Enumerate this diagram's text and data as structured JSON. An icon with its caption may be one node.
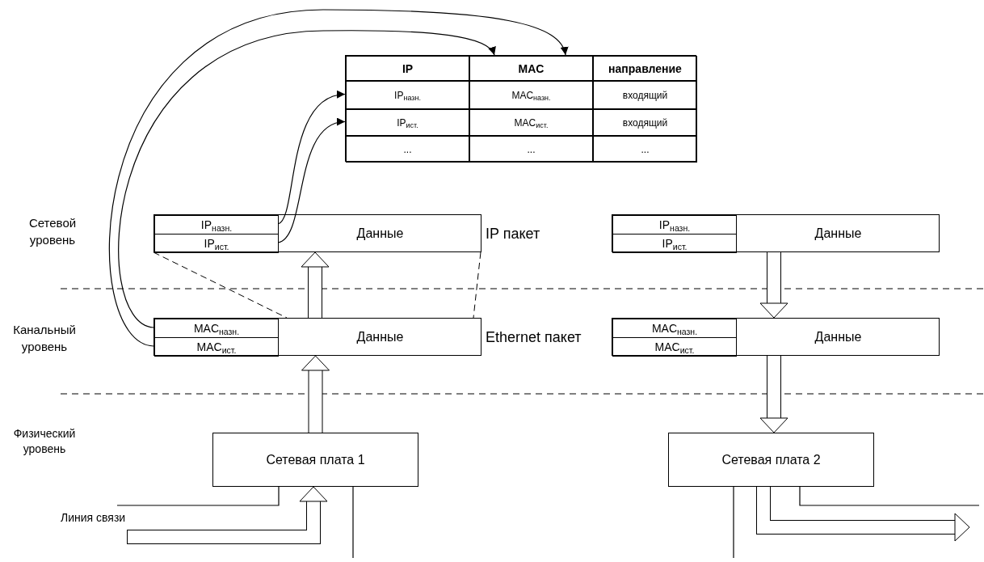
{
  "diagram": {
    "nodes": [
      {
        "text": [],
        "shape": "box"
      },
      {
        "text": [
          "IP"
        ],
        "in": 0
      },
      {
        "text": [
          "MAC"
        ],
        "in": 0
      },
      {
        "text": [
          "направление"
        ],
        "in": 0
      },
      {
        "text": [
          "IP$_{назн.}$"
        ],
        "in": 0
      },
      {
        "text": [
          "MAC$_{назн.}$"
        ],
        "in": 0
      },
      {
        "text": [
          "входящий"
        ],
        "in": 0
      },
      {
        "text": [
          "IP$_{ист.}$"
        ],
        "in": 0
      },
      {
        "text": [
          "MAC$_{ист.}$"
        ],
        "in": 0
      },
      {
        "text": [
          "входящий"
        ],
        "in": 0
      },
      {
        "text": [
          "..."
        ],
        "in": 0
      },
      {
        "text": [
          "..."
        ],
        "in": 0
      },
      {
        "text": [
          "..."
        ],
        "in": 0
      },
      {
        "text": [
          "Данные"
        ],
        "beside": [
          "IP пакет"
        ]
      },
      {
        "text": [
          "IP$_{назн.}$"
        ],
        "in": 13
      },
      {
        "text": [
          "IP$_{ист.}$"
        ],
        "in": 13
      },
      {
        "text": [
          "Данные"
        ],
        "beside": [
          "Ethernet пакет"
        ]
      },
      {
        "text": [
          "MAC$_{назн.}$"
        ],
        "in": 16
      },
      {
        "text": [
          "MAC$_{ист.}$"
        ],
        "in": 16
      },
      {
        "text": [
          "Данные"
        ]
      },
      {
        "text": [
          "IP$_{назн.}$"
        ],
        "in": 19
      },
      {
        "text": [
          "IP$_{ист.}$"
        ],
        "in": 19
      },
      {
        "text": [
          "Данные"
        ]
      },
      {
        "text": [
          "MAC$_{назн.}$"
        ],
        "in": 22
      },
      {
        "text": [
          "MAC$_{ист.}$"
        ],
        "in": 22
      },
      {
        "text": [
          "Сетевая плата 1"
        ]
      },
      {
        "text": [
          "Сетевая плата 2"
        ]
      }
    ],
    "edges": [
      {
        "from": 14,
        "to": 4,
        "arrow": "to"
      },
      {
        "from": 15,
        "to": 7,
        "arrow": "to"
      },
      {
        "from": 17,
        "to": 2,
        "arrow": "to"
      },
      {
        "from": 18,
        "to": 2,
        "arrow": "to"
      },
      {
        "from": 25,
        "to": 16,
        "arrow": "to",
        "style": "thick"
      },
      {
        "from": 16,
        "to": 13,
        "arrow": "to",
        "style": "thick"
      },
      {
        "from": 19,
        "to": 22,
        "arrow": "to",
        "style": "thick"
      },
      {
        "from": 22,
        "to": 26,
        "arrow": "to",
        "style": "thick"
      },
      {
        "from": null,
        "to": 25,
        "arrow": "to",
        "style": "thick"
      },
      {
        "from": 26,
        "to": null,
        "arrow": "to",
        "style": "thick"
      },
      {
        "from": 25,
        "to": null,
        "arrow": "none",
        "label": "Линия связи"
      },
      {
        "from": 25,
        "to": null,
        "arrow": "none"
      },
      {
        "from": 26,
        "to": null,
        "arrow": "none"
      },
      {
        "from": 26,
        "to": null,
        "arrow": "none"
      }
    ],
    "labels": [
      "Сетевой уровень",
      "Канальный уровень",
      "Физический уровень"
    ]
  }
}
